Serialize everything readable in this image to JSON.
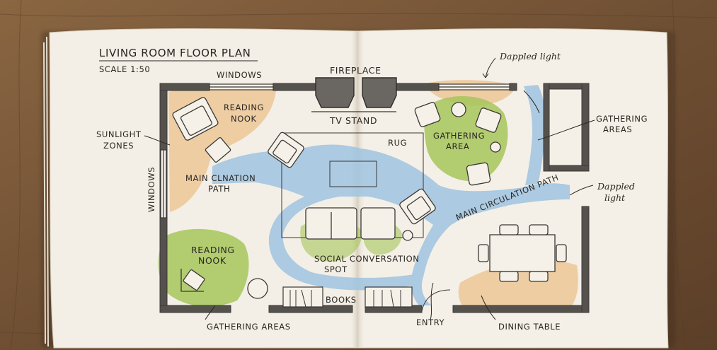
{
  "title": "LIVING ROOM FLOOR PLAN",
  "scale": "SCALE 1:50",
  "labels": {
    "windows_top": "WINDOWS",
    "fireplace": "FIREPLACE",
    "tv_stand": "TV STAND",
    "dappled_light_top": "Dappled light",
    "reading_nook_top_1": "READING",
    "reading_nook_top_2": "NOOK",
    "sunlight_zones_1": "SUNLIGHT",
    "sunlight_zones_2": "ZONES",
    "windows_left": "WINDOWS",
    "main_path_left_1": "MAIN CLNATION",
    "main_path_left_2": "PATH",
    "rug": "RUG",
    "gathering_area_1": "GATHERING",
    "gathering_area_2": "AREA",
    "gathering_areas_right_1": "GATHERING",
    "gathering_areas_right_2": "AREAS",
    "dappled_light_right_1": "Dappled",
    "dappled_light_right_2": "light",
    "main_circulation_path": "MAIN CIRCULATION PATH",
    "reading_nook_bottom_1": "READING",
    "reading_nook_bottom_2": "NOOK",
    "social_spot_1": "SOCIAL CONVERSATION",
    "social_spot_2": "SPOT",
    "books": "BOOKS",
    "gathering_areas_bottom": "GATHERING AREAS",
    "entry": "ENTRY",
    "dining_table": "DINING TABLE"
  },
  "colors": {
    "wood": "#7a5a3c",
    "paper": "#f3efe6",
    "wall": "#55524e",
    "water_path": "#9fc3df",
    "sun_zone": "#ecc28c",
    "foliage": "#a6c65a",
    "ink": "#2a2622"
  }
}
